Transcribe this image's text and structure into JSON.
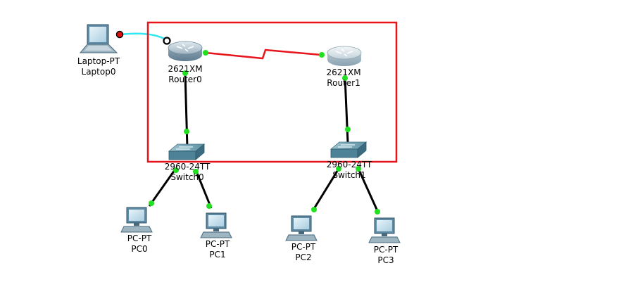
{
  "colors": {
    "selection_box": "#e8141c",
    "ethernet_link": "#000000",
    "serial_link": "#e8141c",
    "console_link": "#2fe8f0",
    "link_up_port": "#20e020",
    "console_port": "#e01010"
  },
  "devices": {
    "laptop0": {
      "model": "Laptop-PT",
      "name": "Laptop0",
      "icon": "laptop-icon"
    },
    "router0": {
      "model": "2621XM",
      "name": "Router0",
      "icon": "router-icon"
    },
    "router1": {
      "model": "2621XM",
      "name": "Router1",
      "icon": "router-icon"
    },
    "switch0": {
      "model": "2960-24TT",
      "name": "Switch0",
      "icon": "switch-icon"
    },
    "switch1": {
      "model": "2960-24TT",
      "name": "Switch1",
      "icon": "switch-icon"
    },
    "pc0": {
      "model": "PC-PT",
      "name": "PC0",
      "icon": "pc-icon"
    },
    "pc1": {
      "model": "PC-PT",
      "name": "PC1",
      "icon": "pc-icon"
    },
    "pc2": {
      "model": "PC-PT",
      "name": "PC2",
      "icon": "pc-icon"
    },
    "pc3": {
      "model": "PC-PT",
      "name": "PC3",
      "icon": "pc-icon"
    }
  },
  "links": [
    {
      "from": "laptop0",
      "to": "router0",
      "type": "console"
    },
    {
      "from": "router0",
      "to": "router1",
      "type": "serial"
    },
    {
      "from": "router0",
      "to": "switch0",
      "type": "ethernet"
    },
    {
      "from": "router1",
      "to": "switch1",
      "type": "ethernet"
    },
    {
      "from": "switch0",
      "to": "pc0",
      "type": "ethernet"
    },
    {
      "from": "switch0",
      "to": "pc1",
      "type": "ethernet"
    },
    {
      "from": "switch1",
      "to": "pc2",
      "type": "ethernet"
    },
    {
      "from": "switch1",
      "to": "pc3",
      "type": "ethernet"
    }
  ]
}
